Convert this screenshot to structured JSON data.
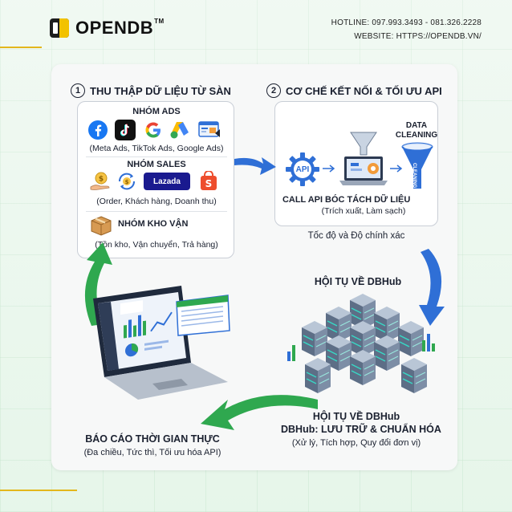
{
  "header": {
    "brand": "OPENDB",
    "trademark": "TM",
    "hotline": "HOTLINE: 097.993.3493 - 081.326.2228",
    "website": "WEBSITE: HTTPS://OPENDB.VN/"
  },
  "section1": {
    "number": "1",
    "title": "THU THẬP DỮ LIỆU TỪ SÀN",
    "groups": [
      {
        "title": "NHÓM ADS",
        "caption": "(Meta Ads, TikTok Ads, Google Ads)"
      },
      {
        "title": "NHÓM SALES",
        "caption": "(Order, Khách hàng, Doanh thu)"
      },
      {
        "title": "NHÓM KHO VẬN",
        "caption": "(Tồn kho, Vận chuyển, Trả hàng)"
      }
    ],
    "lazada_label": "Lazada"
  },
  "section2": {
    "number": "2",
    "title": "CƠ CHẾ KẾT NỐI & TỐI ƯU API",
    "api_badge": "API",
    "call_api": "CALL API",
    "extract_title": "BÓC TÁCH DỮ LIỆU",
    "extract_caption": "(Trích xuất, Làm sạch)",
    "cleaning_title_1": "DATA",
    "cleaning_title_2": "CLEANING",
    "cleaning_funnel_text": "CLEANING",
    "footer": "Tốc độ và Độ chính xác"
  },
  "hub": {
    "top_label": "HỘI TỤ VỀ DBHub",
    "bottom_title_1": "HỘI TỤ VỀ DBHub",
    "bottom_title_2": "DBHub: LƯU TRỮ & CHUẨN HÓA",
    "bottom_caption": "(Xử lý, Tích hợp, Quy đổi đơn vị)"
  },
  "report": {
    "title": "BÁO CÁO THỜI GIAN THỰC",
    "caption": "(Đa chiều, Tức thì, Tối ưu hóa API)"
  },
  "colors": {
    "blue_arrow": "#2f6fd6",
    "green_arrow": "#2fa84f",
    "gold": "#e3b71c"
  }
}
